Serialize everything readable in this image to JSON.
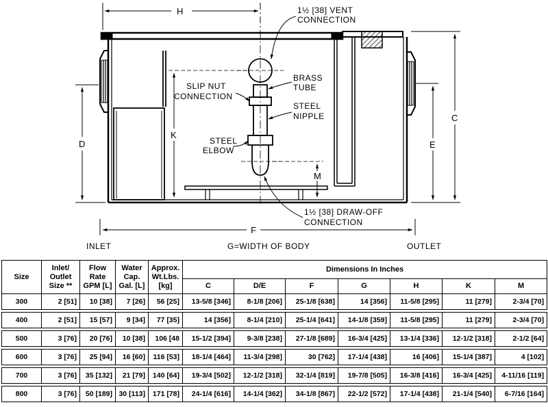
{
  "diagram": {
    "dim_H": "H",
    "dim_C": "C",
    "dim_D": "D",
    "dim_E": "E",
    "dim_K": "K",
    "dim_M": "M",
    "dim_F": "F",
    "vent_line1": "1½ [38] VENT",
    "vent_line2": "CONNECTION",
    "brass_line1": "BRASS",
    "brass_line2": "TUBE",
    "slipnut_line1": "SLIP NUT",
    "slipnut_line2": "CONNECTION",
    "steelnipple_line1": "STEEL",
    "steelnipple_line2": "NIPPLE",
    "steelelbow_line1": "STEEL",
    "steelelbow_line2": "ELBOW",
    "drawoff_line1": "1½ [38] DRAW-OFF",
    "drawoff_line2": "CONNECTION",
    "inlet": "INLET",
    "width_label": "G=WIDTH OF BODY",
    "outlet": "OUTLET"
  },
  "table": {
    "headers": {
      "size": "Size",
      "inlet1": "Inlet/",
      "inlet2": "Outlet",
      "inlet3": "Size **",
      "flow1": "Flow",
      "flow2": "Rate",
      "flow3": "GPM [L]",
      "water1": "Water",
      "water2": "Cap.",
      "water3": "Gal. [L]",
      "wt1": "Approx.",
      "wt2": "Wt.Lbs.",
      "wt3": "[kg]",
      "dims": "Dimensions In Inches",
      "c": "C",
      "de": "D/E",
      "f": "F",
      "g": "G",
      "h": "H",
      "k": "K",
      "m": "M"
    },
    "rows": [
      [
        "300",
        "2 [51]",
        "10 [38]",
        "7 [26]",
        "56 [25]",
        "13-5/8 [346]",
        "8-1/8 [206]",
        "25-1/8 [638]",
        "14 [356]",
        "11-5/8 [295]",
        "11 [279]",
        "2-3/4 [70]"
      ],
      [
        "400",
        "2 [51]",
        "15 [57]",
        "9 [34]",
        "77 [35]",
        "14 [356]",
        "8-1/4 [210]",
        "25-1/4 [641]",
        "14-1/8 [359]",
        "11-5/8 [295]",
        "11 [279]",
        "2-3/4 [70]"
      ],
      [
        "500",
        "3 [76]",
        "20 [76]",
        "10 [38]",
        "106 [48",
        "15-1/2 [394]",
        "9-3/8 [238]",
        "27-1/8 [689]",
        "16-3/4 [425]",
        "13-1/4 [336]",
        "12-1/2 [318]",
        "2-1/2 [64]"
      ],
      [
        "600",
        "3 [76]",
        "25 [94]",
        "16 [60]",
        "116 [53]",
        "18-1/4 [464]",
        "11-3/4 [298]",
        "30 [762]",
        "17-1/4 [438]",
        "16 [406]",
        "15-1/4 [387]",
        "4 [102]"
      ],
      [
        "700",
        "3 [76]",
        "35 [132]",
        "21 [79]",
        "140 [64]",
        "19-3/4 [502]",
        "12-1/2 [318]",
        "32-1/4 [819]",
        "19-7/8 [505]",
        "16-3/8 [416]",
        "16-3/4 [425]",
        "4-11/16 [119]"
      ],
      [
        "800",
        "3 [76]",
        "50 [189]",
        "30 [113]",
        "171 [78]",
        "24-1/4 [616]",
        "14-1/4 [362]",
        "34-1/8 [867]",
        "22-1/2 [572]",
        "17-1/4 [438]",
        "21-1/4 [540]",
        "6-7/16 [164]"
      ]
    ]
  }
}
